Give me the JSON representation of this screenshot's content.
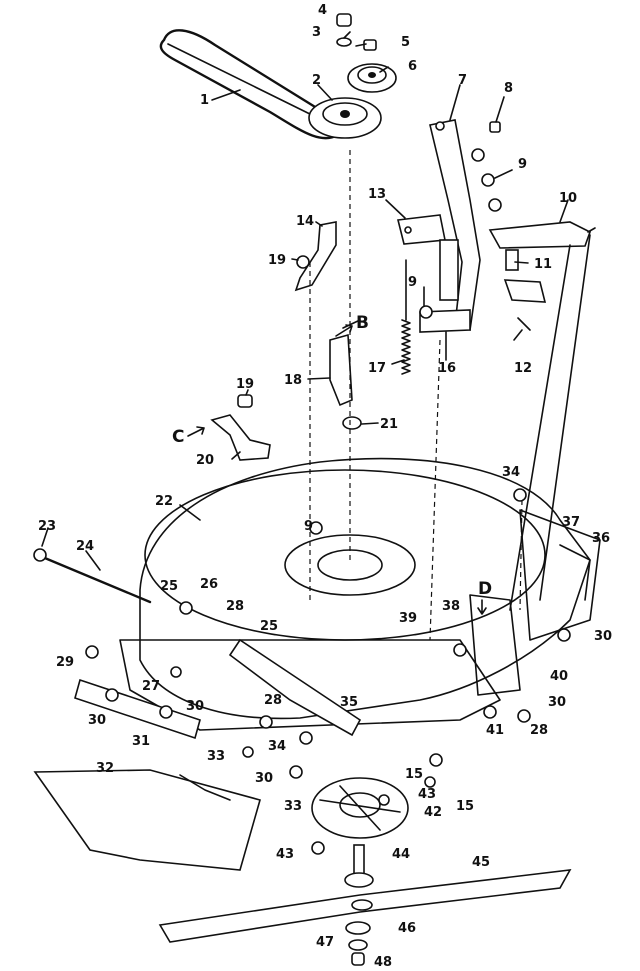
{
  "diagram": {
    "callouts": [
      "1",
      "2",
      "3",
      "4",
      "5",
      "6",
      "7",
      "8",
      "9",
      "10",
      "11",
      "12",
      "13",
      "14",
      "15",
      "16",
      "17",
      "18",
      "19",
      "20",
      "21",
      "22",
      "23",
      "24",
      "25",
      "26",
      "27",
      "28",
      "29",
      "30",
      "31",
      "32",
      "33",
      "34",
      "35",
      "36",
      "37",
      "38",
      "39",
      "40",
      "41",
      "42",
      "43",
      "44",
      "45",
      "46",
      "47",
      "48",
      "B",
      "C",
      "D"
    ]
  }
}
